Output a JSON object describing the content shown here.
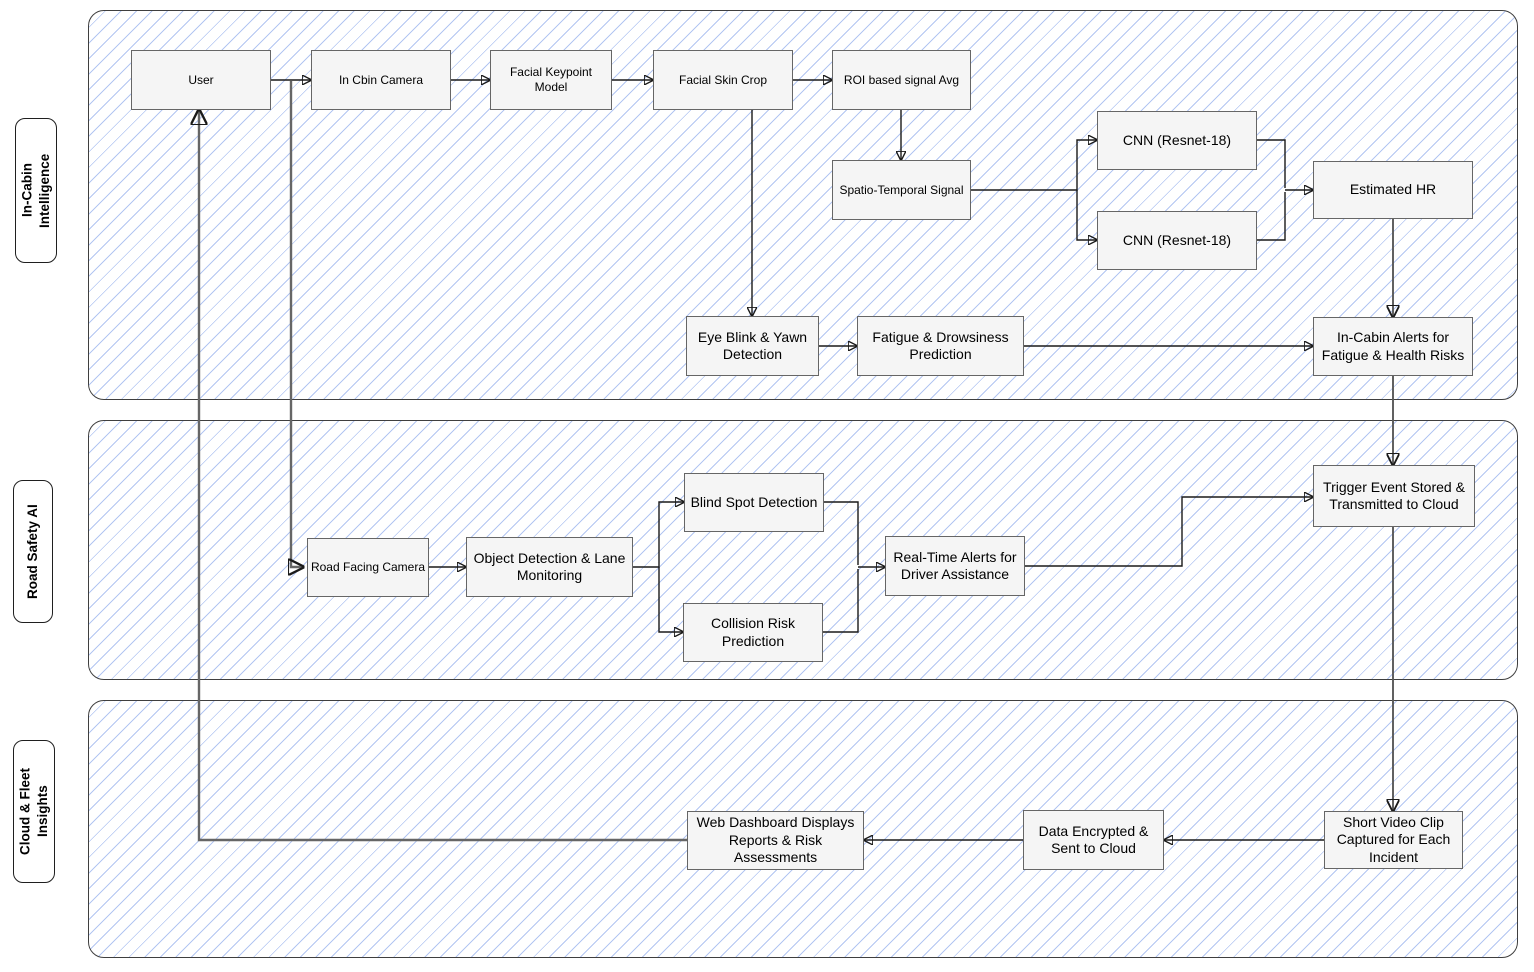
{
  "colors": {
    "node_fill": "#f5f5f5",
    "node_border": "#666666",
    "hatch_line": "#b3c6f2",
    "edge": "#1a1a1a",
    "edge_long": "#666666",
    "lane_border": "#3f3f3f"
  },
  "lanes": [
    {
      "label": "In-Cabin\nIntelligence"
    },
    {
      "label": "Road Safety AI"
    },
    {
      "label": "Cloud & Fleet\nInsights"
    }
  ],
  "nodes": {
    "user": {
      "label": "User"
    },
    "cabin_camera": {
      "label": "In Cbin Camera"
    },
    "facial_keypoint": {
      "label": "Facial Keypoint Model"
    },
    "facial_skin_crop": {
      "label": "Facial Skin Crop"
    },
    "roi_signal_avg": {
      "label": "ROI based signal Avg"
    },
    "spatio_temporal": {
      "label": "Spatio-Temporal Signal"
    },
    "cnn_top": {
      "label": "CNN (Resnet-18)"
    },
    "cnn_bottom": {
      "label": "CNN (Resnet-18)"
    },
    "estimated_hr": {
      "label": "Estimated HR"
    },
    "eye_blink": {
      "label": "Eye Blink & Yawn Detection"
    },
    "fatigue": {
      "label": "Fatigue & Drowsiness Prediction"
    },
    "incabin_alerts": {
      "label": "In-Cabin Alerts for Fatigue & Health Risks"
    },
    "road_camera": {
      "label": "Road Facing Camera"
    },
    "object_detection": {
      "label": "Object Detection & Lane Monitoring"
    },
    "blind_spot": {
      "label": "Blind Spot Detection"
    },
    "collision_risk": {
      "label": "Collision Risk Prediction"
    },
    "realtime_alerts": {
      "label": "Real-Time Alerts for Driver Assistance"
    },
    "trigger_event": {
      "label": "Trigger Event Stored & Transmitted to Cloud"
    },
    "short_video": {
      "label": "Short Video Clip Captured for Each Incident"
    },
    "data_encrypted": {
      "label": "Data Encrypted & Sent to Cloud"
    },
    "web_dashboard": {
      "label": "Web Dashboard Displays Reports & Risk Assessments"
    }
  }
}
